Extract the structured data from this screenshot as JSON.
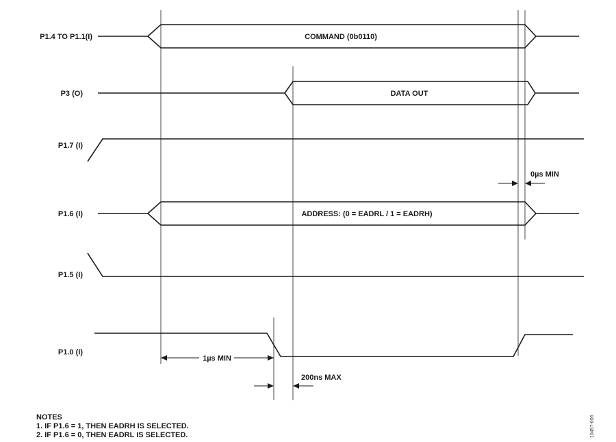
{
  "signals": {
    "p14": "P1.4 TO P1.1(I)",
    "p3": "P3 (O)",
    "p17": "P1.7 (I)",
    "p16": "P1.6 (I)",
    "p15": "P1.5 (I)",
    "p10": "P1.0 (I)"
  },
  "bus_labels": {
    "command": "COMMAND (0b0110)",
    "data_out": "DATA OUT",
    "address": "ADDRESS: (0 = EADRL / 1 = EADRH)"
  },
  "timing": {
    "t_min_0us": "0µs MIN",
    "t_min_1us": "1µs MIN",
    "t_max_200ns": "200ns MAX"
  },
  "notes": {
    "title": "NOTES",
    "items": [
      "1. IF P1.6 = 1, THEN EADRH IS SELECTED.",
      "2. IF P1.6 = 0, THEN EADRL IS SELECTED."
    ]
  },
  "figure_id": "10457-006"
}
